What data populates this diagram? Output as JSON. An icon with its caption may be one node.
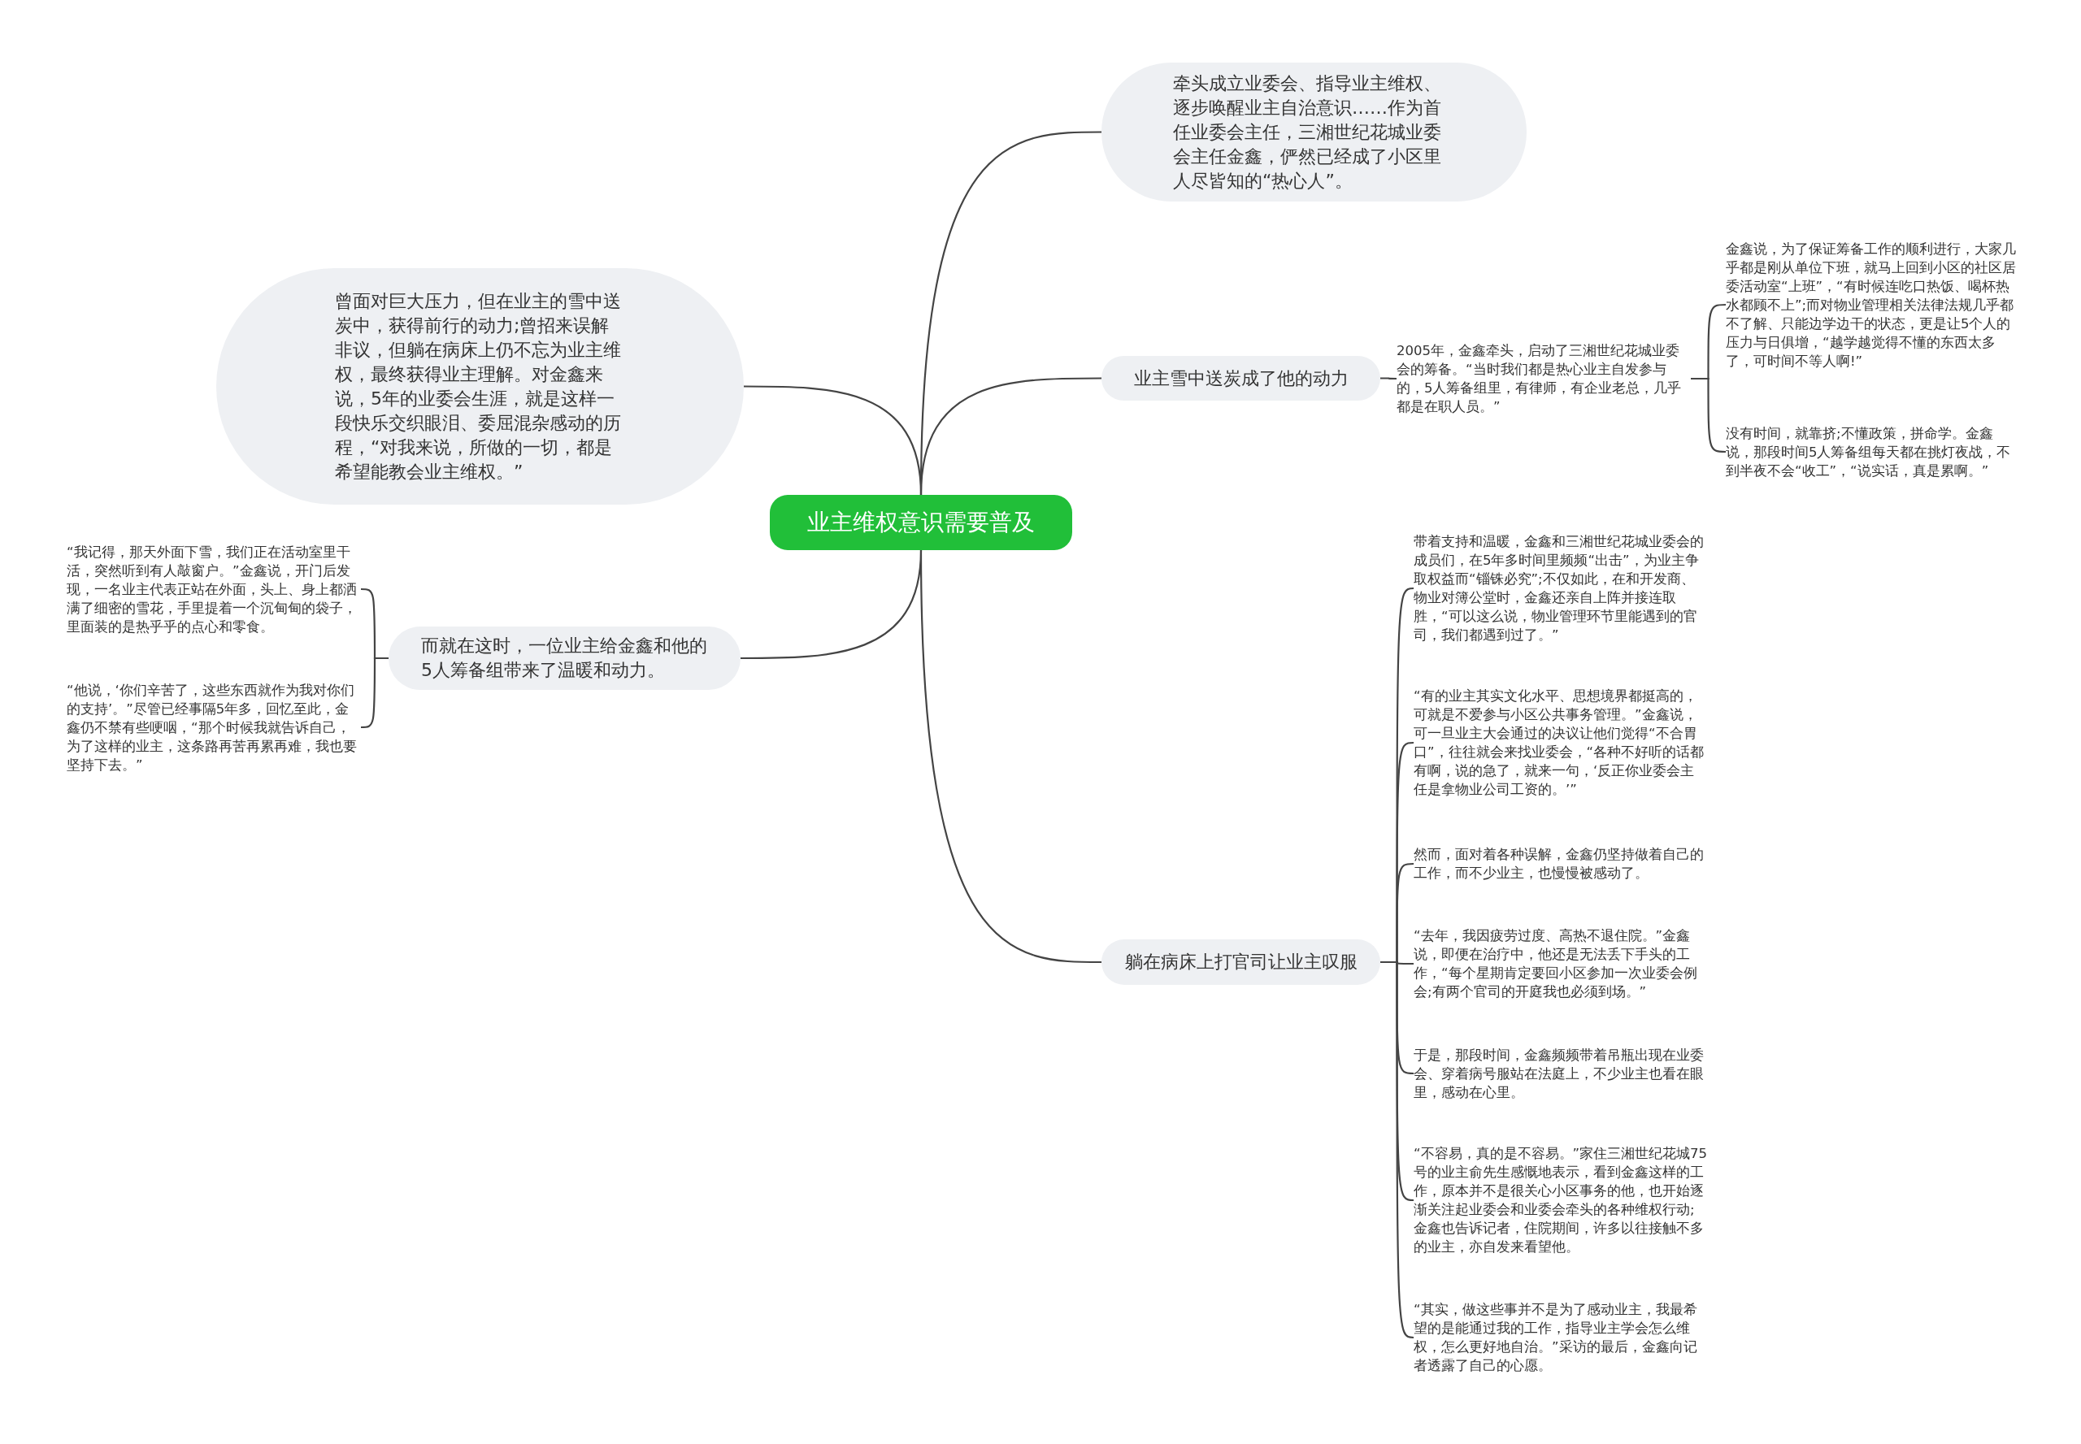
{
  "diagram": {
    "nodes": [
      {
        "text": [
          "业主维权意识需要普及"
        ]
      },
      {
        "text": [
          "牵头成立业委会、指导业主维权、逐步唤醒业主自治意识……作为首任业委会主任，三湘世纪花城业委会主任金鑫，俨然已经成了小区里人尽皆知的“热心人”。"
        ]
      },
      {
        "text": [
          "业主雪中送炭成了他的动力"
        ]
      },
      {
        "text": [
          "2005年，金鑫牵头，启动了三湘世纪花城业委会的筹备。“当时我们都是热心业主自发参与的，5人筹备组里，有律师，有企业老总，几乎都是在职人员。”"
        ]
      },
      {
        "text": [
          "金鑫说，为了保证筹备工作的顺利进行，大家几乎都是刚从单位下班，就马上回到小区的社区居委活动室“上班”，“有时候连吃口热饭、喝杯热水都顾不上”;而对物业管理相关法律法规几乎都不了解、只能边学边干的状态，更是让5个人的压力与日俱增，“越学越觉得不懂的东西太多了，可时间不等人啊!”"
        ]
      },
      {
        "text": [
          "没有时间，就靠挤;不懂政策，拼命学。金鑫说，那段时间5人筹备组每天都在挑灯夜战，不到半夜不会“收工”，“说实话，真是累啊。”"
        ]
      },
      {
        "text": [
          "曾面对巨大压力，但在业主的雪中送炭中，获得前行的动力;曾招来误解非议，但躺在病床上仍不忘为业主维权，最终获得业主理解。对金鑫来说，5年的业委会生涯，就是这样一段快乐交织眼泪、委屈混杂感动的历程，“对我来说，所做的一切，都是希望能教会业主维权。”"
        ]
      },
      {
        "text": [
          "而就在这时，一位业主给金鑫和他的5人筹备组带来了温暖和动力。"
        ]
      },
      {
        "text": [
          "“我记得，那天外面下雪，我们正在活动室里干活，突然听到有人敲窗户。”金鑫说，开门后发现，一名业主代表正站在外面，头上、身上都洒满了细密的雪花，手里提着一个沉甸甸的袋子，里面装的是热乎乎的点心和零食。"
        ]
      },
      {
        "text": [
          "“他说，‘你们辛苦了，这些东西就作为我对你们的支持’。”尽管已经事隔5年多，回忆至此，金鑫仍不禁有些哽咽，“那个时候我就告诉自己，为了这样的业主，这条路再苦再累再难，我也要坚持下去。”"
        ]
      },
      {
        "text": [
          "躺在病床上打官司让业主叹服"
        ]
      },
      {
        "text": [
          "带着支持和温暖，金鑫和三湘世纪花城业委会的成员们，在5年多时间里频频“出击”，为业主争取权益而“锱铢必究”;不仅如此，在和开发商、物业对簿公堂时，金鑫还亲自上阵并接连取胜，“可以这么说，物业管理环节里能遇到的官司，我们都遇到过了。”"
        ]
      },
      {
        "text": [
          "“有的业主其实文化水平、思想境界都挺高的，可就是不爱参与小区公共事务管理。”金鑫说，可一旦业主大会通过的决议让他们觉得“不合胃口”，往往就会来找业委会，“各种不好听的话都有啊，说的急了，就来一句，‘反正你业委会主任是拿物业公司工资的。’”"
        ]
      },
      {
        "text": [
          "然而，面对着各种误解，金鑫仍坚持做着自己的工作，而不少业主，也慢慢被感动了。"
        ]
      },
      {
        "text": [
          "“去年，我因疲劳过度、高热不退住院。”金鑫说，即便在治疗中，他还是无法丢下手头的工作，“每个星期肯定要回小区参加一次业委会例会;有两个官司的开庭我也必须到场。”"
        ]
      },
      {
        "text": [
          "于是，那段时间，金鑫频频带着吊瓶出现在业委会、穿着病号服站在法庭上，不少业主也看在眼里，感动在心里。"
        ]
      },
      {
        "text": [
          "“不容易，真的是不容易。”家住三湘世纪花城75号的业主俞先生感慨地表示，看到金鑫这样的工作，原本并不是很关心小区事务的他，也开始逐渐关注起业委会和业委会牵头的各种维权行动;金鑫也告诉记者，住院期间，许多以往接触不多的业主，亦自发来看望他。"
        ]
      },
      {
        "text": [
          "“其实，做这些事并不是为了感动业主，我最希望的是能通过我的工作，指导业主学会怎么维权，怎么更好地自治。”采访的最后，金鑫向记者透露了自己的心愿。"
        ]
      }
    ],
    "edges": [
      {
        "from": 0,
        "to": 1,
        "arrow": "none"
      },
      {
        "from": 0,
        "to": 2,
        "arrow": "none"
      },
      {
        "from": 2,
        "to": 3,
        "arrow": "none"
      },
      {
        "from": 3,
        "to": 4,
        "arrow": "none"
      },
      {
        "from": 3,
        "to": 5,
        "arrow": "none"
      },
      {
        "from": 0,
        "to": 6,
        "arrow": "none"
      },
      {
        "from": 0,
        "to": 7,
        "arrow": "none"
      },
      {
        "from": 7,
        "to": 8,
        "arrow": "none"
      },
      {
        "from": 7,
        "to": 9,
        "arrow": "none"
      },
      {
        "from": 0,
        "to": 10,
        "arrow": "none"
      },
      {
        "from": 10,
        "to": 11,
        "arrow": "none"
      },
      {
        "from": 10,
        "to": 12,
        "arrow": "none"
      },
      {
        "from": 10,
        "to": 13,
        "arrow": "none"
      },
      {
        "from": 10,
        "to": 14,
        "arrow": "none"
      },
      {
        "from": 10,
        "to": 15,
        "arrow": "none"
      },
      {
        "from": 10,
        "to": 16,
        "arrow": "none"
      },
      {
        "from": 10,
        "to": 17,
        "arrow": "none"
      }
    ]
  }
}
